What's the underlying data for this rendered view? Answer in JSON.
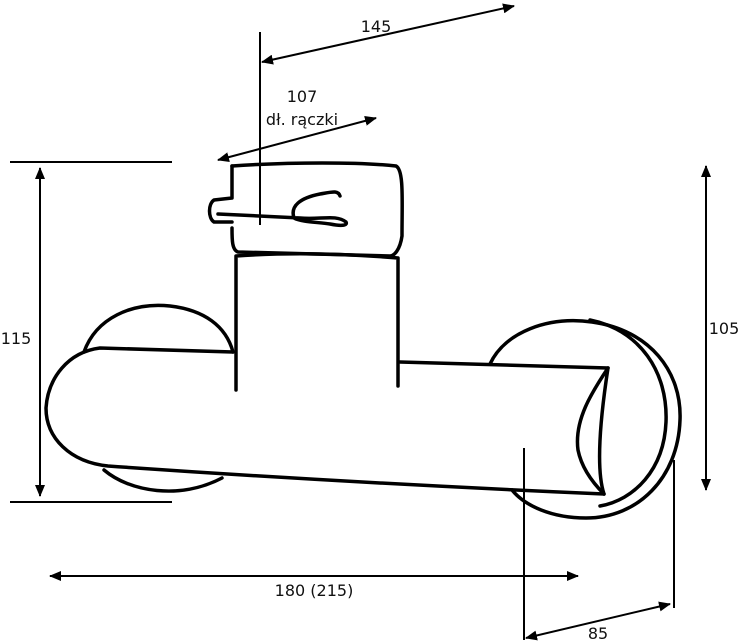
{
  "dimensions": {
    "top_width": "145",
    "handle_length": "107",
    "handle_length_caption": "dł. rączki",
    "left_height": "115",
    "right_height": "105",
    "bottom_width": "180 (215)",
    "depth": "85"
  },
  "colors": {
    "stroke": "#000000",
    "background": "#ffffff",
    "text": "#111111"
  }
}
